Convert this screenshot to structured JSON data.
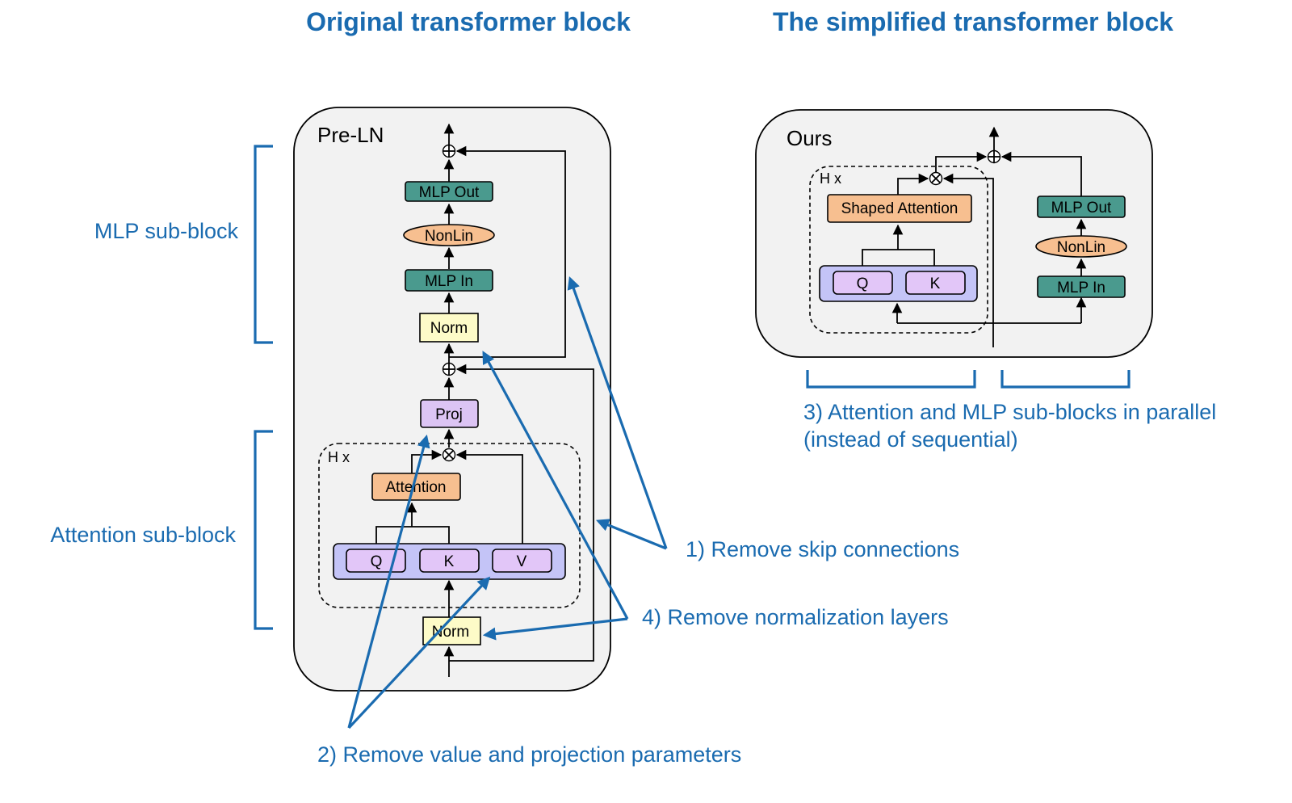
{
  "titles": {
    "original": "Original transformer block",
    "simplified": "The simplified transformer block"
  },
  "side_labels": {
    "mlp_sub_block": "MLP sub-block",
    "attention_sub_block": "Attention sub-block"
  },
  "original_block": {
    "panel_label": "Pre-LN",
    "mlp_out": "MLP Out",
    "nonlin": "NonLin",
    "mlp_in": "MLP In",
    "norm_top": "Norm",
    "proj": "Proj",
    "heads_label": "H x",
    "attention": "Attention",
    "q": "Q",
    "k": "K",
    "v": "V",
    "norm_bottom": "Norm"
  },
  "simplified_block": {
    "panel_label": "Ours",
    "heads_label": "H x",
    "shaped_attention": "Shaped Attention",
    "q": "Q",
    "k": "K",
    "mlp_out": "MLP Out",
    "nonlin": "NonLin",
    "mlp_in": "MLP In"
  },
  "annotations": {
    "remove_skip": "1) Remove skip connections",
    "remove_value_proj": "2) Remove value and projection parameters",
    "parallel_line1": "3) Attention and MLP sub-blocks in parallel",
    "parallel_line2": "(instead of sequential)",
    "remove_norm": "4) Remove normalization layers"
  },
  "colors": {
    "accent_blue": "#1a6bb0",
    "mlp_green": "#4a9a8e",
    "norm_yellow": "#fdfbc8",
    "attention_orange": "#f7bf90",
    "proj_purple": "#dcc4f4",
    "qkv_container": "#c4c4f7",
    "panel_gray": "#f2f2f2"
  }
}
